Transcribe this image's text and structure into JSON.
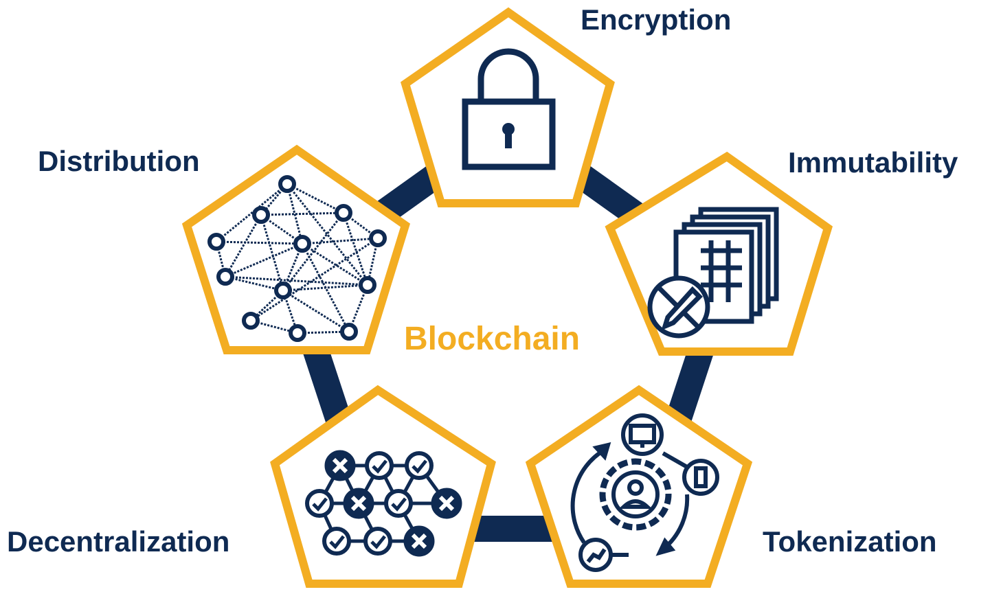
{
  "center_title": "Blockchain",
  "nodes": {
    "encryption": "Encryption",
    "immutability": "Immutability",
    "tokenization": "Tokenization",
    "decentralization": "Decentralization",
    "distribution": "Distribution"
  },
  "colors": {
    "navy": "#0f2a52",
    "gold": "#f3ad22",
    "background": "#ffffff"
  },
  "icons": [
    "lock-icon",
    "documents-icon",
    "token-cycle-icon",
    "validation-grid-icon",
    "network-icon"
  ]
}
